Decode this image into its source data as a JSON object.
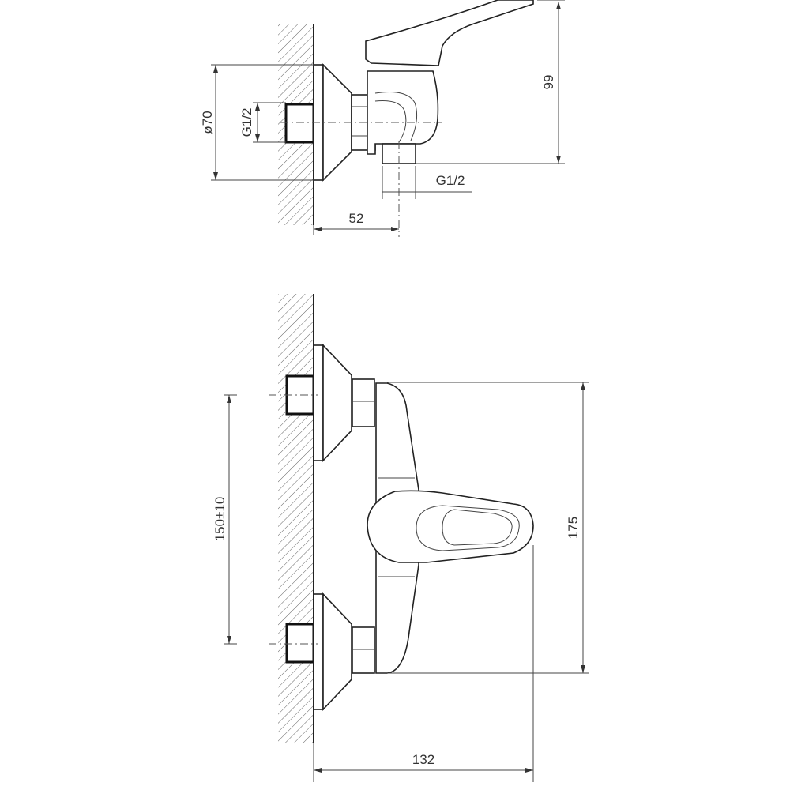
{
  "side_view": {
    "dimensions": {
      "flange_diameter": "ø70",
      "inlet_thread": "G1/2",
      "height": "99",
      "outlet_thread": "G1/2",
      "projection": "52"
    }
  },
  "front_view": {
    "dimensions": {
      "inlet_spacing": "150±10",
      "total_height": "175",
      "total_depth": "132"
    }
  },
  "colors": {
    "line": "#222222",
    "background": "#ffffff"
  }
}
